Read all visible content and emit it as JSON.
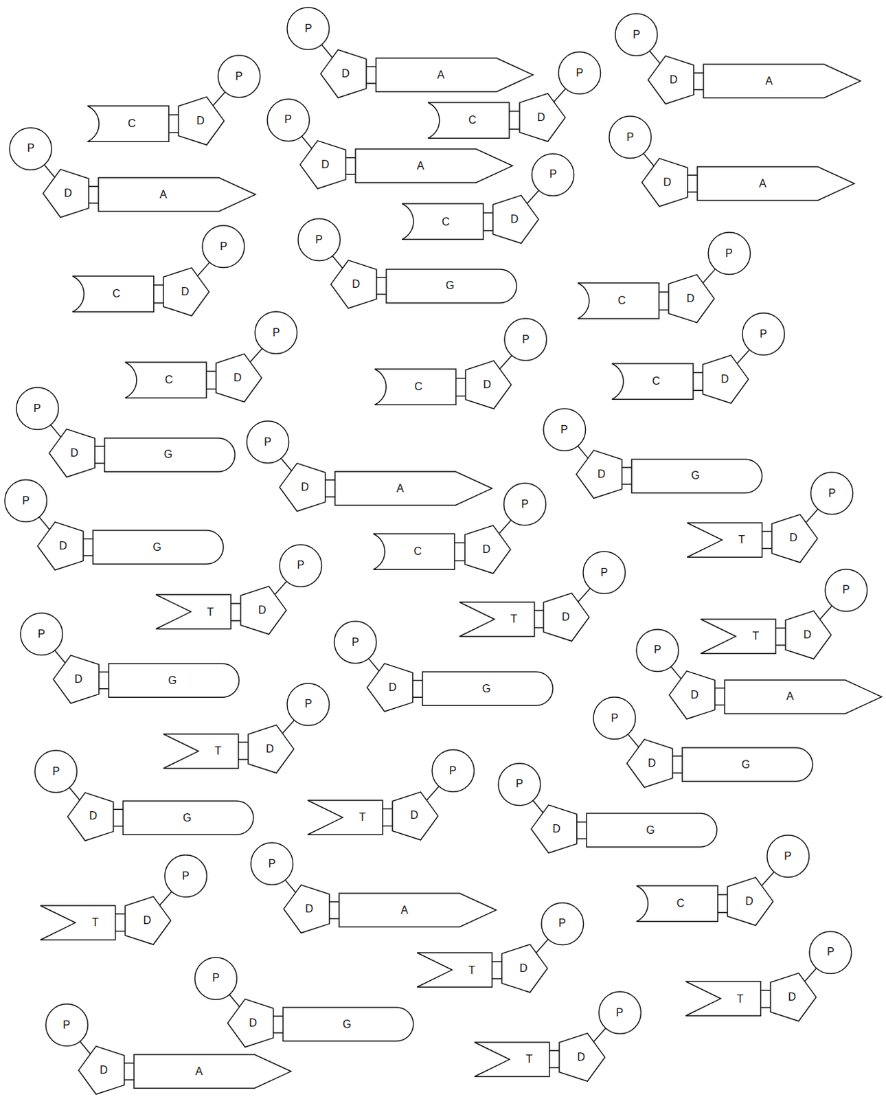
{
  "diagram": {
    "nodes": [
      {
        "text": [
          "P"
        ]
      },
      {
        "text": [
          "D"
        ]
      },
      {
        "text": [
          "A"
        ]
      },
      {
        "text": [
          "P"
        ]
      },
      {
        "text": [
          "D"
        ]
      },
      {
        "text": [
          "A"
        ]
      },
      {
        "text": [
          "P"
        ]
      },
      {
        "text": [
          "D"
        ]
      },
      {
        "text": [
          "C"
        ]
      },
      {
        "text": [
          "P"
        ]
      },
      {
        "text": [
          "D"
        ]
      },
      {
        "text": [
          "C"
        ]
      },
      {
        "text": [
          "P"
        ]
      },
      {
        "text": [
          "D"
        ]
      },
      {
        "text": [
          "A"
        ]
      },
      {
        "text": [
          "P"
        ]
      },
      {
        "text": [
          "D"
        ]
      },
      {
        "text": [
          "A"
        ]
      },
      {
        "text": [
          "P"
        ]
      },
      {
        "text": [
          "D"
        ]
      },
      {
        "text": [
          "A"
        ]
      },
      {
        "text": [
          "P"
        ]
      },
      {
        "text": [
          "D"
        ]
      },
      {
        "text": [
          "C"
        ]
      },
      {
        "text": [
          "P"
        ]
      },
      {
        "text": [
          "D"
        ]
      },
      {
        "text": [
          "C"
        ]
      },
      {
        "text": [
          "P"
        ]
      },
      {
        "text": [
          "D"
        ]
      },
      {
        "text": [
          "G"
        ]
      },
      {
        "text": [
          "P"
        ]
      },
      {
        "text": [
          "D"
        ]
      },
      {
        "text": [
          "C"
        ]
      },
      {
        "text": [
          "P"
        ]
      },
      {
        "text": [
          "D"
        ]
      },
      {
        "text": [
          "C"
        ]
      },
      {
        "text": [
          "P"
        ]
      },
      {
        "text": [
          "D"
        ]
      },
      {
        "text": [
          "C"
        ]
      },
      {
        "text": [
          "P"
        ]
      },
      {
        "text": [
          "D"
        ]
      },
      {
        "text": [
          "C"
        ]
      },
      {
        "text": [
          "P"
        ]
      },
      {
        "text": [
          "D"
        ]
      },
      {
        "text": [
          "G"
        ]
      },
      {
        "text": [
          "P"
        ]
      },
      {
        "text": [
          "D"
        ]
      },
      {
        "text": [
          "A"
        ]
      },
      {
        "text": [
          "P"
        ]
      },
      {
        "text": [
          "D"
        ]
      },
      {
        "text": [
          "G"
        ]
      },
      {
        "text": [
          "P"
        ]
      },
      {
        "text": [
          "D"
        ]
      },
      {
        "text": [
          "G"
        ]
      },
      {
        "text": [
          "P"
        ]
      },
      {
        "text": [
          "D"
        ]
      },
      {
        "text": [
          "C"
        ]
      },
      {
        "text": [
          "P"
        ]
      },
      {
        "text": [
          "D"
        ]
      },
      {
        "text": [
          "T"
        ]
      },
      {
        "text": [
          "P"
        ]
      },
      {
        "text": [
          "D"
        ]
      },
      {
        "text": [
          "T"
        ]
      },
      {
        "text": [
          "P"
        ]
      },
      {
        "text": [
          "D"
        ]
      },
      {
        "text": [
          "T"
        ]
      },
      {
        "text": [
          "P"
        ]
      },
      {
        "text": [
          "D"
        ]
      },
      {
        "text": [
          "T"
        ]
      },
      {
        "text": [
          "P"
        ]
      },
      {
        "text": [
          "D"
        ]
      },
      {
        "text": [
          "G"
        ]
      },
      {
        "text": [
          "P"
        ]
      },
      {
        "text": [
          "D"
        ]
      },
      {
        "text": [
          "G"
        ]
      },
      {
        "text": [
          "P"
        ]
      },
      {
        "text": [
          "D"
        ]
      },
      {
        "text": [
          "A"
        ]
      },
      {
        "text": [
          "P"
        ]
      },
      {
        "text": [
          "D"
        ]
      },
      {
        "text": [
          "T"
        ]
      },
      {
        "text": [
          "P"
        ]
      },
      {
        "text": [
          "D"
        ]
      },
      {
        "text": [
          "G"
        ]
      },
      {
        "text": [
          "P"
        ]
      },
      {
        "text": [
          "D"
        ]
      },
      {
        "text": [
          "G"
        ]
      },
      {
        "text": [
          "P"
        ]
      },
      {
        "text": [
          "D"
        ]
      },
      {
        "text": [
          "T"
        ]
      },
      {
        "text": [
          "P"
        ]
      },
      {
        "text": [
          "D"
        ]
      },
      {
        "text": [
          "G"
        ]
      },
      {
        "text": [
          "P"
        ]
      },
      {
        "text": [
          "D"
        ]
      },
      {
        "text": [
          "T"
        ]
      },
      {
        "text": [
          "P"
        ]
      },
      {
        "text": [
          "D"
        ]
      },
      {
        "text": [
          "A"
        ]
      },
      {
        "text": [
          "P"
        ]
      },
      {
        "text": [
          "D"
        ]
      },
      {
        "text": [
          "C"
        ]
      },
      {
        "text": [
          "P"
        ]
      },
      {
        "text": [
          "D"
        ]
      },
      {
        "text": [
          "T"
        ]
      },
      {
        "text": [
          "P"
        ]
      },
      {
        "text": [
          "D"
        ]
      },
      {
        "text": [
          "T"
        ]
      },
      {
        "text": [
          "P"
        ]
      },
      {
        "text": [
          "D"
        ]
      },
      {
        "text": [
          "G"
        ]
      },
      {
        "text": [
          "P"
        ]
      },
      {
        "text": [
          "D"
        ]
      },
      {
        "text": [
          "A"
        ]
      },
      {
        "text": [
          "P"
        ]
      },
      {
        "text": [
          "D"
        ]
      },
      {
        "text": [
          "T"
        ]
      }
    ],
    "edges": [
      {
        "from": 0,
        "to": 1,
        "arrow": "none"
      },
      {
        "from": 1,
        "to": 2,
        "arrow": "none"
      },
      {
        "from": 3,
        "to": 4,
        "arrow": "none"
      },
      {
        "from": 4,
        "to": 5,
        "arrow": "none"
      },
      {
        "from": 6,
        "to": 7,
        "arrow": "none"
      },
      {
        "from": 7,
        "to": 8,
        "arrow": "none"
      },
      {
        "from": 9,
        "to": 10,
        "arrow": "none"
      },
      {
        "from": 10,
        "to": 11,
        "arrow": "none"
      },
      {
        "from": 12,
        "to": 13,
        "arrow": "none"
      },
      {
        "from": 13,
        "to": 14,
        "arrow": "none"
      },
      {
        "from": 15,
        "to": 16,
        "arrow": "none"
      },
      {
        "from": 16,
        "to": 17,
        "arrow": "none"
      },
      {
        "from": 18,
        "to": 19,
        "arrow": "none"
      },
      {
        "from": 19,
        "to": 20,
        "arrow": "none"
      },
      {
        "from": 21,
        "to": 22,
        "arrow": "none"
      },
      {
        "from": 22,
        "to": 23,
        "arrow": "none"
      },
      {
        "from": 24,
        "to": 25,
        "arrow": "none"
      },
      {
        "from": 25,
        "to": 26,
        "arrow": "none"
      },
      {
        "from": 27,
        "to": 28,
        "arrow": "none"
      },
      {
        "from": 28,
        "to": 29,
        "arrow": "none"
      },
      {
        "from": 30,
        "to": 31,
        "arrow": "none"
      },
      {
        "from": 31,
        "to": 32,
        "arrow": "none"
      },
      {
        "from": 33,
        "to": 34,
        "arrow": "none"
      },
      {
        "from": 34,
        "to": 35,
        "arrow": "none"
      },
      {
        "from": 36,
        "to": 37,
        "arrow": "none"
      },
      {
        "from": 37,
        "to": 38,
        "arrow": "none"
      },
      {
        "from": 39,
        "to": 40,
        "arrow": "none"
      },
      {
        "from": 40,
        "to": 41,
        "arrow": "none"
      },
      {
        "from": 42,
        "to": 43,
        "arrow": "none"
      },
      {
        "from": 43,
        "to": 44,
        "arrow": "none"
      },
      {
        "from": 45,
        "to": 46,
        "arrow": "none"
      },
      {
        "from": 46,
        "to": 47,
        "arrow": "none"
      },
      {
        "from": 48,
        "to": 49,
        "arrow": "none"
      },
      {
        "from": 49,
        "to": 50,
        "arrow": "none"
      },
      {
        "from": 51,
        "to": 52,
        "arrow": "none"
      },
      {
        "from": 52,
        "to": 53,
        "arrow": "none"
      },
      {
        "from": 54,
        "to": 55,
        "arrow": "none"
      },
      {
        "from": 55,
        "to": 56,
        "arrow": "none"
      },
      {
        "from": 57,
        "to": 58,
        "arrow": "none"
      },
      {
        "from": 58,
        "to": 59,
        "arrow": "none"
      },
      {
        "from": 60,
        "to": 61,
        "arrow": "none"
      },
      {
        "from": 61,
        "to": 62,
        "arrow": "none"
      },
      {
        "from": 63,
        "to": 64,
        "arrow": "none"
      },
      {
        "from": 64,
        "to": 65,
        "arrow": "none"
      },
      {
        "from": 66,
        "to": 67,
        "arrow": "none"
      },
      {
        "from": 67,
        "to": 68,
        "arrow": "none"
      },
      {
        "from": 69,
        "to": 70,
        "arrow": "none"
      },
      {
        "from": 70,
        "to": 71,
        "arrow": "none"
      },
      {
        "from": 72,
        "to": 73,
        "arrow": "none"
      },
      {
        "from": 73,
        "to": 74,
        "arrow": "none"
      },
      {
        "from": 75,
        "to": 76,
        "arrow": "none"
      },
      {
        "from": 76,
        "to": 77,
        "arrow": "none"
      },
      {
        "from": 78,
        "to": 79,
        "arrow": "none"
      },
      {
        "from": 79,
        "to": 80,
        "arrow": "none"
      },
      {
        "from": 81,
        "to": 82,
        "arrow": "none"
      },
      {
        "from": 82,
        "to": 83,
        "arrow": "none"
      },
      {
        "from": 84,
        "to": 85,
        "arrow": "none"
      },
      {
        "from": 85,
        "to": 86,
        "arrow": "none"
      },
      {
        "from": 87,
        "to": 88,
        "arrow": "none"
      },
      {
        "from": 88,
        "to": 89,
        "arrow": "none"
      },
      {
        "from": 90,
        "to": 91,
        "arrow": "none"
      },
      {
        "from": 91,
        "to": 92,
        "arrow": "none"
      },
      {
        "from": 93,
        "to": 94,
        "arrow": "none"
      },
      {
        "from": 94,
        "to": 95,
        "arrow": "none"
      },
      {
        "from": 96,
        "to": 97,
        "arrow": "none"
      },
      {
        "from": 97,
        "to": 98,
        "arrow": "none"
      },
      {
        "from": 99,
        "to": 100,
        "arrow": "none"
      },
      {
        "from": 100,
        "to": 101,
        "arrow": "none"
      },
      {
        "from": 102,
        "to": 103,
        "arrow": "none"
      },
      {
        "from": 103,
        "to": 104,
        "arrow": "none"
      },
      {
        "from": 105,
        "to": 106,
        "arrow": "none"
      },
      {
        "from": 106,
        "to": 107,
        "arrow": "none"
      },
      {
        "from": 108,
        "to": 109,
        "arrow": "none"
      },
      {
        "from": 109,
        "to": 110,
        "arrow": "none"
      },
      {
        "from": 111,
        "to": 112,
        "arrow": "none"
      },
      {
        "from": 112,
        "to": 113,
        "arrow": "none"
      },
      {
        "from": 114,
        "to": 115,
        "arrow": "none"
      },
      {
        "from": 115,
        "to": 116,
        "arrow": "none"
      }
    ]
  }
}
